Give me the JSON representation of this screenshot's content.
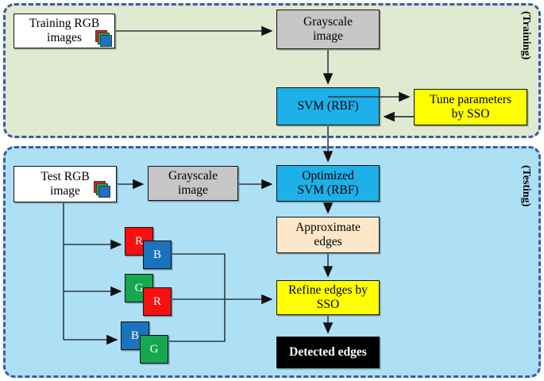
{
  "panels": {
    "training": {
      "tag": "(Training)",
      "bg": "#dfead0",
      "border": "#3b5ba5"
    },
    "testing": {
      "tag": "(Testing)",
      "bg": "#aee0f5",
      "border": "#3b5ba5"
    }
  },
  "training_nodes": {
    "rgb_images": {
      "line1": "Training RGB",
      "line2": "images",
      "fill": "#ffffff"
    },
    "grayscale": {
      "line1": "Grayscale",
      "line2": "image",
      "fill": "#c6c6c6"
    },
    "svm": {
      "line1": "SVM (RBF)",
      "line2": "",
      "fill": "#1eb0e8"
    },
    "tune": {
      "line1": "Tune parameters",
      "line2": "by SSO",
      "fill": "#ffff00"
    }
  },
  "testing_nodes": {
    "rgb_image": {
      "line1": "Test RGB",
      "line2": "image",
      "fill": "#ffffff"
    },
    "grayscale": {
      "line1": "Grayscale",
      "line2": "image",
      "fill": "#c6c6c6"
    },
    "opt_svm": {
      "line1": "Optimized",
      "line2": "SVM (RBF)",
      "fill": "#1eb0e8"
    },
    "approx": {
      "line1": "Approximate",
      "line2": "edges",
      "fill": "#fce7c8"
    },
    "refine": {
      "line1": "Refine edges by",
      "line2": "SSO",
      "fill": "#ffff00"
    },
    "detected": {
      "line1": "Detected edges",
      "line2": "",
      "fill": "#000000"
    }
  },
  "channel_pairs": [
    {
      "back": "R",
      "front": "B",
      "back_color": "#fa0f0f",
      "front_color": "#1b72bd"
    },
    {
      "back": "G",
      "front": "R",
      "back_color": "#16a751",
      "front_color": "#fa0f0f"
    },
    {
      "back": "B",
      "front": "G",
      "back_color": "#1b72bd",
      "front_color": "#16a751"
    }
  ],
  "icons": {
    "rgb_stack": {
      "name": "rgb-image-stack-icon",
      "colors": [
        "#e01b1b",
        "#19a844",
        "#1b72bd"
      ]
    }
  }
}
